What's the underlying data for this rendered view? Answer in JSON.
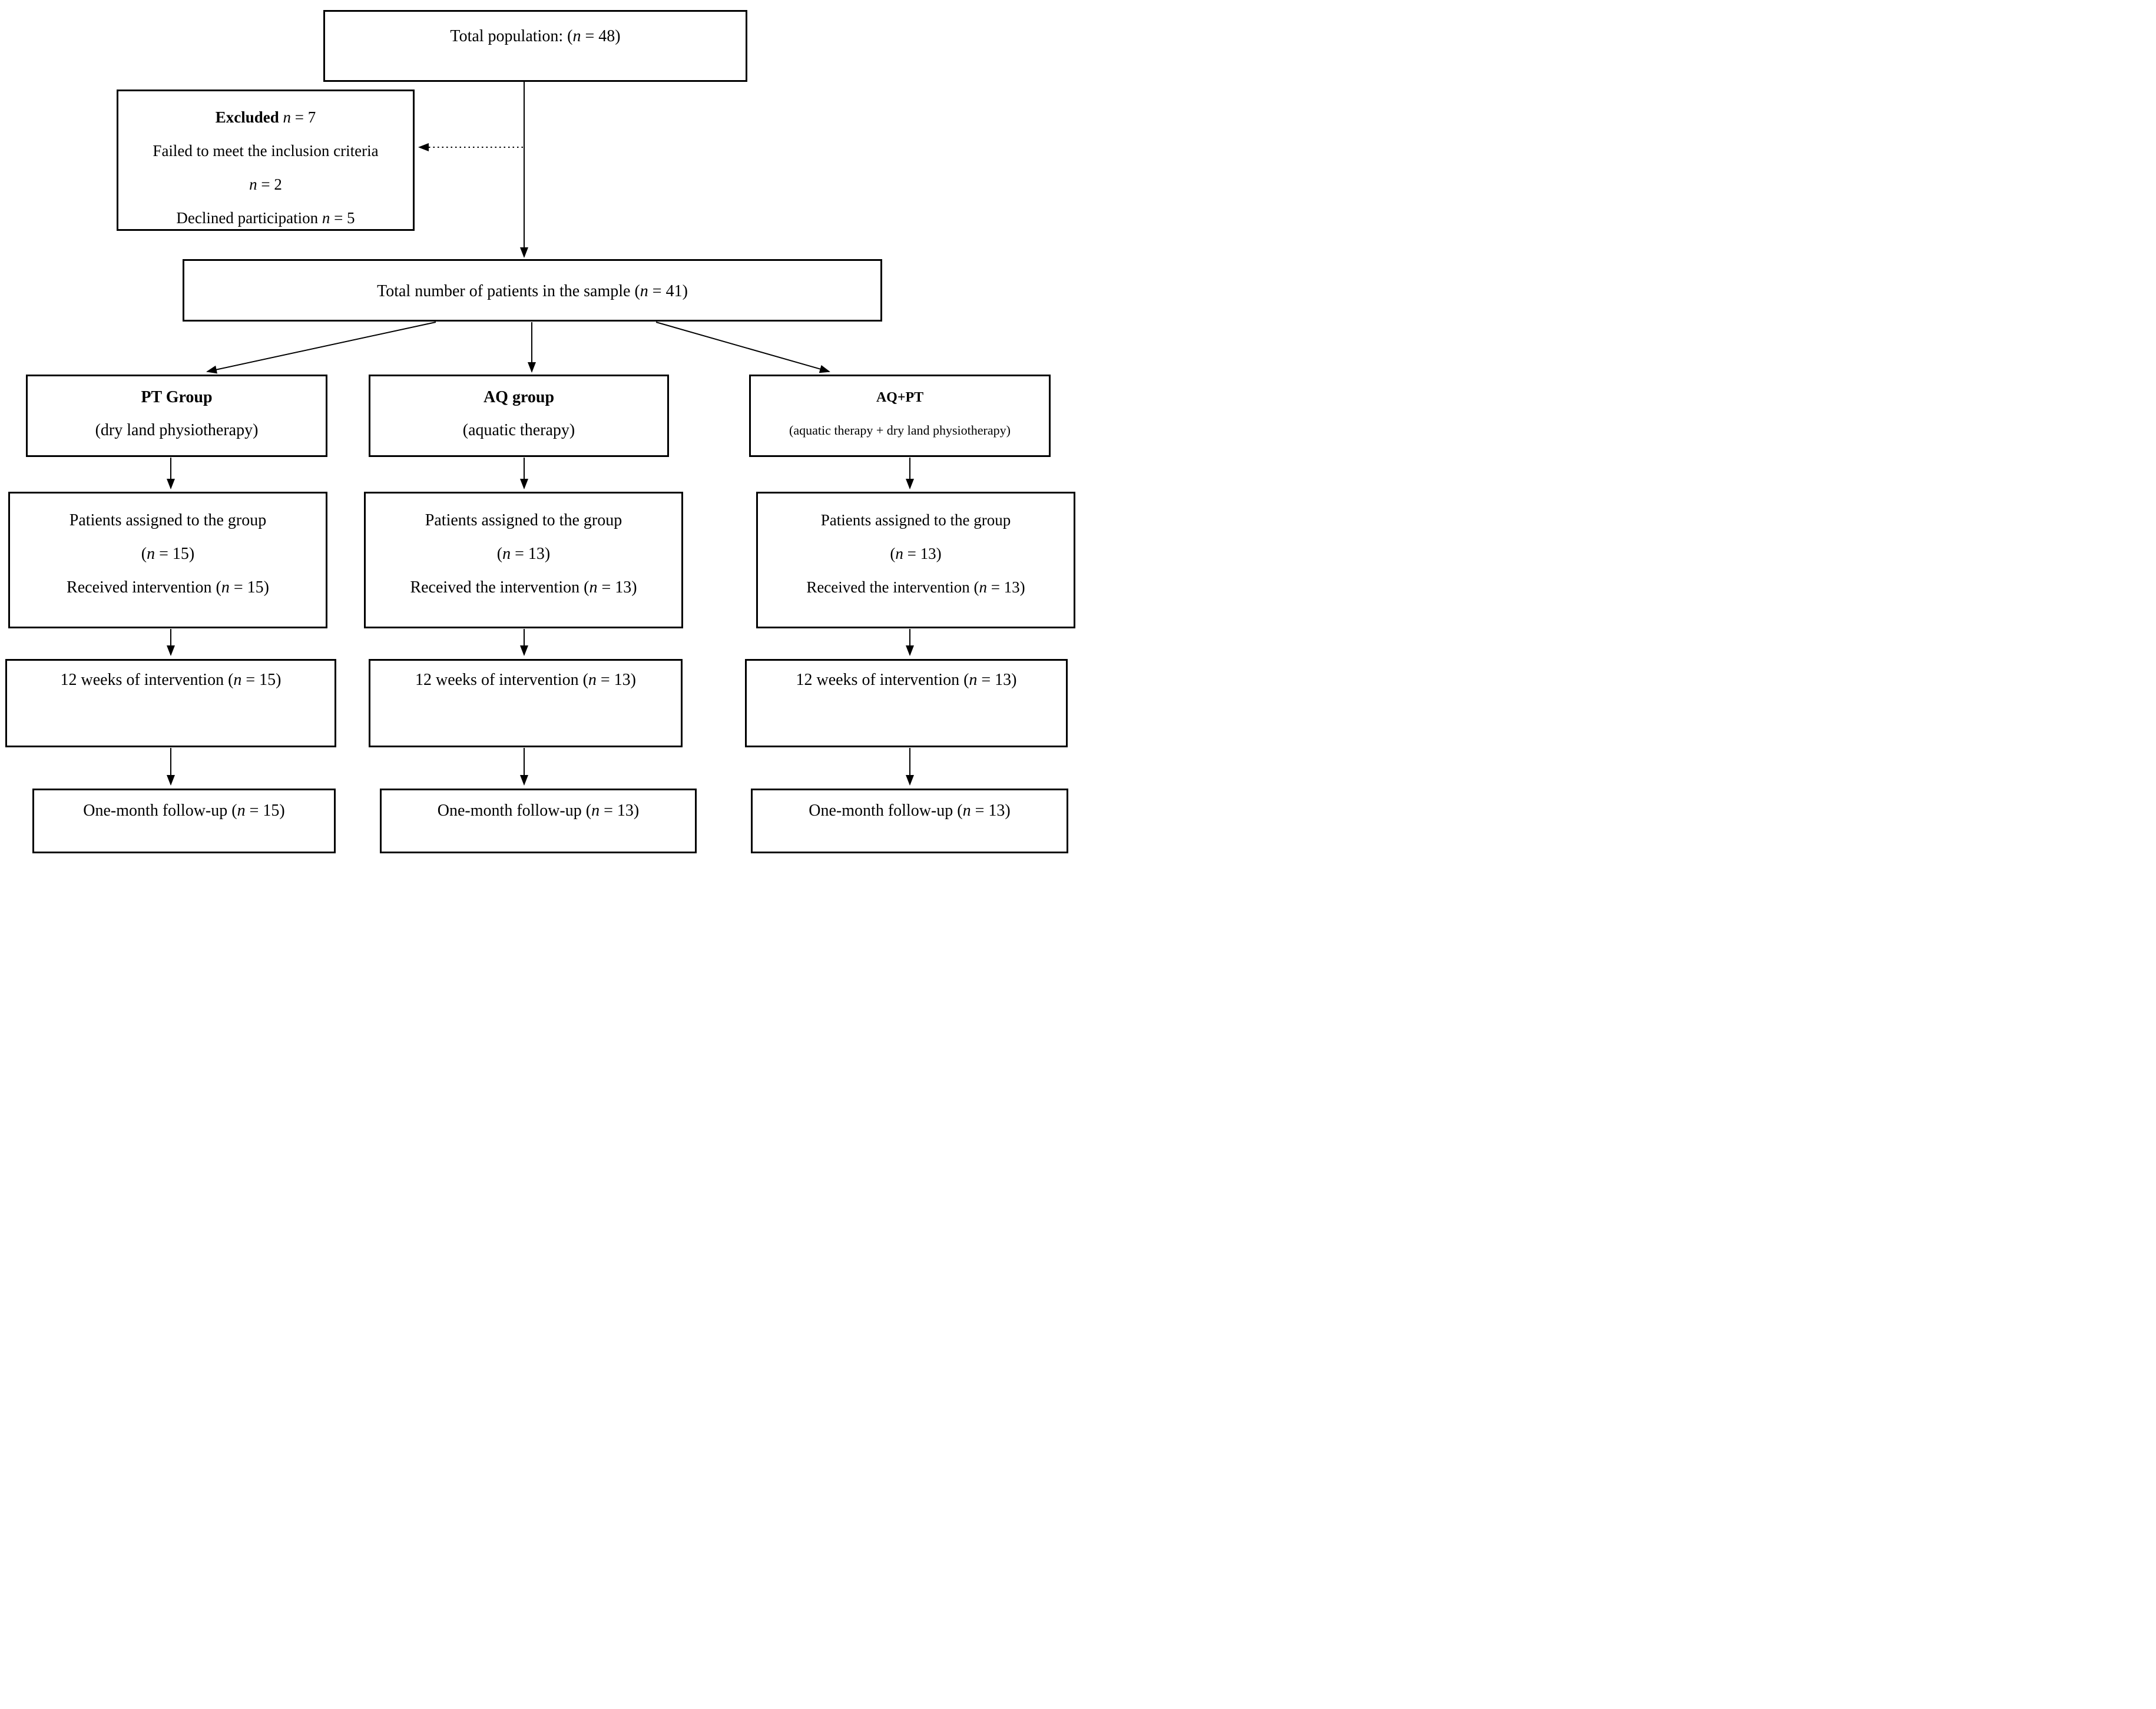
{
  "colors": {
    "background": "#ffffff",
    "line": "#000000",
    "text": "#000000"
  },
  "top_box": {
    "pre": "Total population: (",
    "n": "n",
    "post": " = 48)"
  },
  "excluded_box": {
    "title_bold": "Excluded ",
    "title_n": "n",
    "title_post": " = 7",
    "line2": "Failed to meet the inclusion criteria",
    "line3_n": "n",
    "line3_post": " = 2",
    "line4_pre": "Declined participation ",
    "line4_n": "n",
    "line4_post": " = 5"
  },
  "sample_box": {
    "pre": "Total number of patients in the sample (",
    "n": "n",
    "post": " = 41)"
  },
  "columns": [
    {
      "group_title": "PT Group",
      "group_subtitle": "(dry land physiotherapy)",
      "assigned_line1": "Patients assigned to the group",
      "assigned_pre": "(",
      "assigned_n": "n",
      "assigned_post": " = 15)",
      "received_pre": "Received intervention (",
      "received_n": "n",
      "received_post": " = 15)",
      "weeks_pre": "12 weeks of intervention (",
      "weeks_n": "n",
      "weeks_post": " = 15)",
      "followup_pre": "One-month follow-up (",
      "followup_n": "n",
      "followup_post": " = 15)"
    },
    {
      "group_title": "AQ group",
      "group_subtitle": "(aquatic therapy)",
      "assigned_line1": "Patients assigned to the group",
      "assigned_pre": "(",
      "assigned_n": "n",
      "assigned_post": " = 13)",
      "received_pre": "Received the intervention (",
      "received_n": "n",
      "received_post": " = 13)",
      "weeks_pre": "12 weeks of intervention (",
      "weeks_n": "n",
      "weeks_post": " = 13)",
      "followup_pre": "One-month follow-up (",
      "followup_n": "n",
      "followup_post": " = 13)"
    },
    {
      "group_title": "AQ+PT",
      "group_subtitle": "(aquatic therapy + dry land physiotherapy)",
      "assigned_line1": "Patients assigned to the group",
      "assigned_pre": "(",
      "assigned_n": "n",
      "assigned_post": " = 13)",
      "received_pre": "Received the intervention (",
      "received_n": "n",
      "received_post": " = 13)",
      "weeks_pre": "12 weeks of intervention (",
      "weeks_n": "n",
      "weeks_post": " = 13)",
      "followup_pre": "One-month follow-up (",
      "followup_n": "n",
      "followup_post": " = 13)"
    }
  ]
}
